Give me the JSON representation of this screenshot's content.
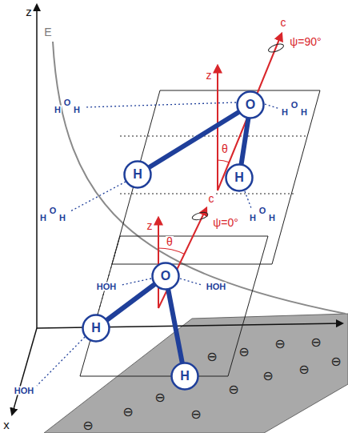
{
  "diagram": {
    "nodes": [
      {
        "text": [
          "O"
        ]
      },
      {
        "text": [
          "H"
        ]
      },
      {
        "text": [
          "H"
        ]
      },
      {
        "text": [
          "O"
        ]
      },
      {
        "text": [
          "H"
        ]
      },
      {
        "text": [
          "H"
        ]
      }
    ],
    "edges": [
      {
        "from": 0,
        "to": 1,
        "arrow": "none"
      },
      {
        "from": 0,
        "to": 2,
        "arrow": "none"
      },
      {
        "from": 3,
        "to": 4,
        "arrow": "none"
      },
      {
        "from": 3,
        "to": 5,
        "arrow": "none"
      }
    ],
    "labels": [
      "z",
      "E",
      "x",
      "z",
      "θ",
      "c",
      "ψ=90°",
      "z",
      "θ",
      "c",
      "ψ=0°",
      "H",
      "O",
      "H",
      "H",
      "O",
      "H",
      "H",
      "O",
      "H",
      "H",
      "O",
      "H",
      "HOH",
      "HOH",
      "HOH",
      "⊖",
      "⊖",
      "⊖",
      "⊖",
      "⊖",
      "⊖",
      "⊖",
      "⊖",
      "⊖",
      "⊖",
      "⊖",
      "⊖"
    ]
  }
}
